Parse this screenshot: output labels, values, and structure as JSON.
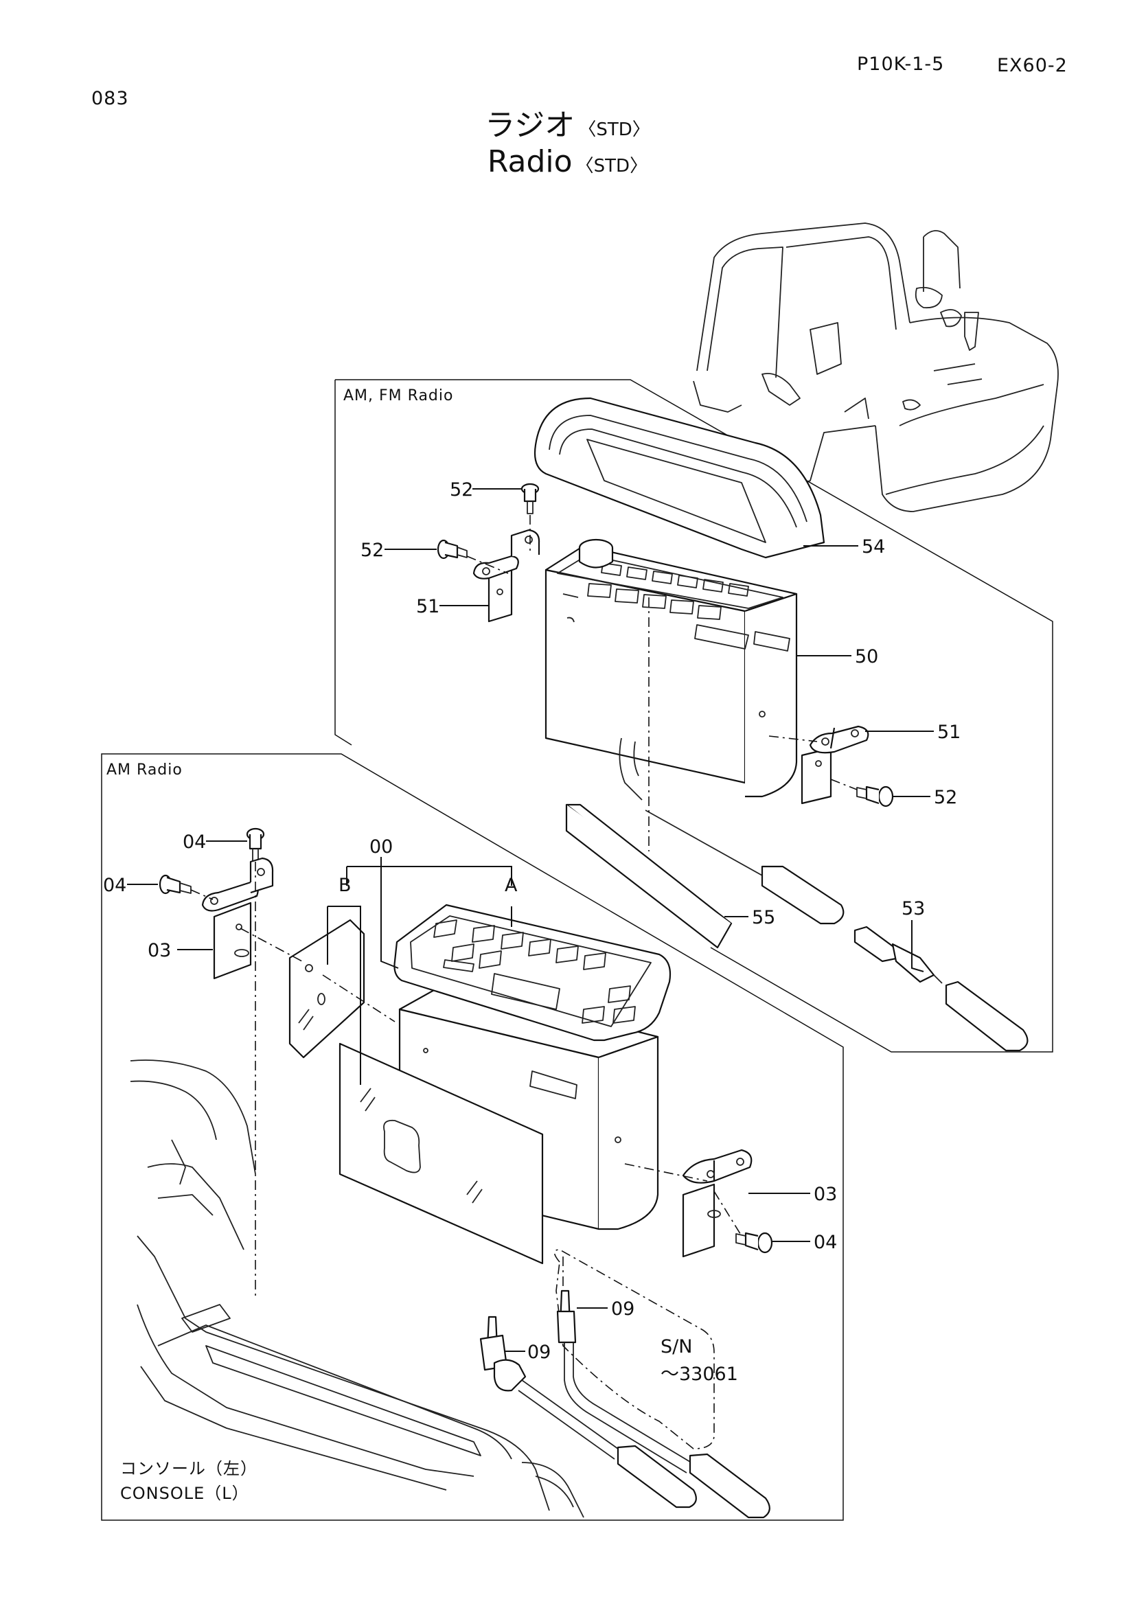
{
  "header": {
    "ref_code": "P10K-1-5",
    "model": "EX60-2",
    "page_no": "083"
  },
  "title": {
    "japanese": "ラジオ",
    "english": "Radio",
    "suffix": "〈STD〉"
  },
  "frames": {
    "am_fm_label": "AM, FM Radio",
    "am_label": "AM Radio"
  },
  "callouts": {
    "p52_top": "52",
    "p52_left": "52",
    "p51_left": "51",
    "p54": "54",
    "p50": "50",
    "p51_right": "51",
    "p52_right": "52",
    "p55": "55",
    "p53": "53",
    "p04_top": "04",
    "p04_left": "04",
    "p03_left": "03",
    "p00": "00",
    "pB": "B",
    "pA": "A",
    "p03_right": "03",
    "p04_right": "04",
    "p09_right": "09",
    "p09_left": "09"
  },
  "notes": {
    "serial_label": "S/N",
    "serial_range": "～33061",
    "console_jp": "コンソール（左）",
    "console_en": "CONSOLE（L）"
  }
}
